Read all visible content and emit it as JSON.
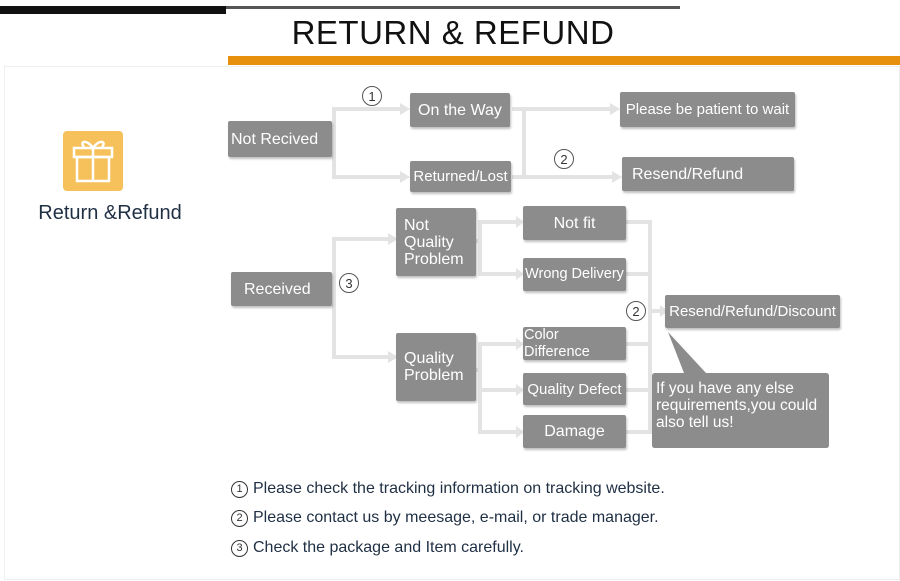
{
  "header": {
    "title": "RETURN & REFUND"
  },
  "logo": {
    "label": "Return &Refund",
    "icon": "gift-icon",
    "color": "#f6c15b"
  },
  "markers": {
    "one": "1",
    "two": "2",
    "three": "3"
  },
  "flow": {
    "not_received": "Not Recived",
    "on_the_way": "On the Way",
    "returned_lost": "Returned/Lost",
    "be_patient": "Please be patient to wait",
    "resend_refund": "Resend/Refund",
    "received": "Received",
    "not_quality_problem": [
      "Not",
      "Quality",
      "Problem"
    ],
    "quality_problem": [
      "Quality",
      "Problem"
    ],
    "not_fit": "Not fit",
    "wrong_delivery": "Wrong Delivery",
    "color_difference": "Color Difference",
    "quality_defect": "Quality Defect",
    "damage": "Damage",
    "resend_refund_discount": "Resend/Refund/Discount",
    "bubble_lines": [
      "If you have any else",
      "requirements,you could",
      "also tell us!"
    ]
  },
  "notes": [
    "Please check the tracking information on tracking website.",
    "Please contact us by meesage, e-mail, or trade manager.",
    "Check the package and Item carefully."
  ],
  "colors": {
    "box": "#8c8c8c",
    "accent": "#e6900e",
    "connector": "#e3e3e3"
  }
}
